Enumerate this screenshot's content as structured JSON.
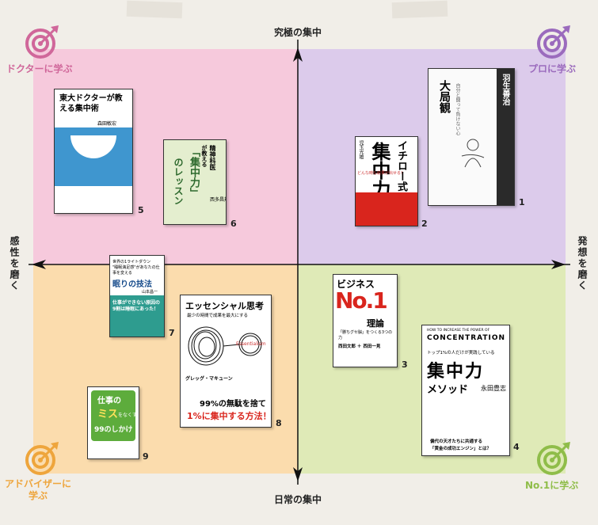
{
  "axes": {
    "top": "究極の集中",
    "bottom": "日常の集中",
    "left": "感性を磨く",
    "right": "発想を磨く"
  },
  "corners": {
    "top_left": "ドクターに学ぶ",
    "top_right": "プロに学ぶ",
    "bottom_left_line1": "アドバイザーに",
    "bottom_left_line2": "学ぶ",
    "bottom_right": "No.1に学ぶ"
  },
  "colors": {
    "pink": "#f6c9dc",
    "purple": "#dccbeb",
    "orange": "#fbdcad",
    "green": "#dfeab7",
    "pink_accent": "#d0679a",
    "purple_accent": "#9b6bbd",
    "orange_accent": "#eea53c",
    "green_accent": "#8fbd49"
  },
  "books": {
    "b1": {
      "number": "1",
      "title": "大局観",
      "author": "羽生善治",
      "subtitle": "自分と闘って負けない心"
    },
    "b2": {
      "number": "2",
      "title_a": "イチロー式",
      "title_b": "集中力",
      "tagline": "どんな時も結果が出せる！",
      "author": "児玉光雄"
    },
    "b3": {
      "number": "3",
      "title_a": "ビジネス",
      "title_b": "No.1",
      "title_c": "理論",
      "tagline": "「勝ちグセ脳」をつくる3つの力",
      "author": "西田文郎 ＋ 西田一見"
    },
    "b4": {
      "number": "4",
      "en_line1": "HOW TO INCREASE THE POWER OF",
      "en_line2": "CONCENTRATION",
      "tagline": "トップ1%の人だけが実践している",
      "title_a": "集中力",
      "title_b": "メソッド",
      "author": "永田豊志",
      "footer_a": "偏代の天才たちに共通する",
      "footer_b": "「黄金の成功エンジン」とは？"
    },
    "b5": {
      "number": "5",
      "title": "東大ドクターが教える集中術",
      "author": "森田敏宏"
    },
    "b6": {
      "number": "6",
      "tag_a": "精神科医",
      "tag_b": "が教える",
      "title_a": "「集中力」",
      "title_b": "のレッスン",
      "author": "西多昌規"
    },
    "b7": {
      "number": "7",
      "top_line": "世界の1ライトダウン",
      "quote": "\"睡眠満足感\"があなたの仕事を変える",
      "title": "眠りの技法",
      "catch": "仕事ができない原因の9割は睡眠にあった！",
      "author": "山本昌一"
    },
    "b8": {
      "number": "8",
      "title": "エッセンシャル思考",
      "subtitle": "最少の時間で成果を最大にする",
      "scribble_label": "Essentialism",
      "author_a": "グレッグ・マキューン",
      "catch_a": "99%の無駄を捨て",
      "catch_b": "1%に集中する方法！"
    },
    "b9": {
      "number": "9",
      "title_a": "仕事の",
      "title_b": "ミス",
      "title_c": "をなくす",
      "title_d": "99のしかけ"
    }
  }
}
